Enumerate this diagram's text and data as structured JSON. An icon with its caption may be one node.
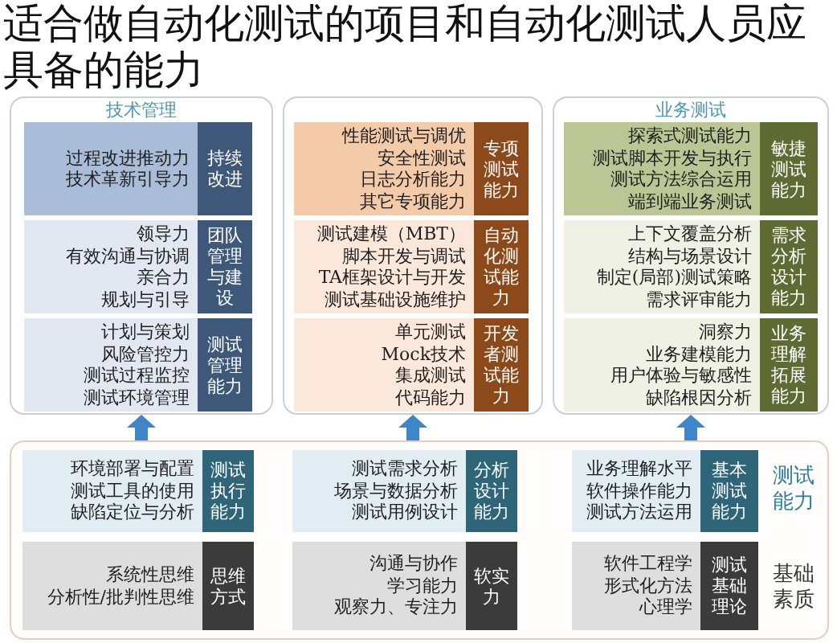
{
  "diagram": {
    "title": "适合做自动化测试的项目和自动化测试人员应具备的能力",
    "nodes": [
      {
        "text": [
          "技术管理"
        ]
      },
      {
        "text": [
          "过程改进推动力",
          "技术革新引导力"
        ],
        "in": 0
      },
      {
        "text": [
          "持续改进"
        ],
        "in": 0
      },
      {
        "text": [
          "领导力",
          "有效沟通与协调",
          "亲合力",
          "规划与引导"
        ],
        "in": 0
      },
      {
        "text": [
          "团队管理与建设"
        ],
        "in": 0
      },
      {
        "text": [
          "计划与策划",
          "风险管控力",
          "测试过程监控",
          "测试环境管理"
        ],
        "in": 0
      },
      {
        "text": [
          "测试管理能力"
        ],
        "in": 0
      },
      {
        "text": [],
        "shape": "box"
      },
      {
        "text": [
          "性能测试与调优",
          "安全性测试",
          "日志分析能力",
          "其它专项能力"
        ],
        "in": 7
      },
      {
        "text": [
          "专项测试能力"
        ],
        "in": 7
      },
      {
        "text": [
          "测试建模（MBT）",
          "脚本开发与调试",
          "TA框架设计与开发",
          "测试基础设施维护"
        ],
        "in": 7
      },
      {
        "text": [
          "自动化测试能力"
        ],
        "in": 7
      },
      {
        "text": [
          "单元测试",
          "Mock技术",
          "集成测试",
          "代码能力"
        ],
        "in": 7
      },
      {
        "text": [
          "开发者测试能力"
        ],
        "in": 7
      },
      {
        "text": [
          "业务测试"
        ]
      },
      {
        "text": [
          "探索式测试能力",
          "测试脚本开发与执行",
          "测试方法综合运用",
          "端到端业务测试"
        ],
        "in": 14
      },
      {
        "text": [
          "敏捷测试能力"
        ],
        "in": 14
      },
      {
        "text": [
          "上下文覆盖分析",
          "结构与场景设计",
          "制定(局部)测试策略",
          "需求评审能力"
        ],
        "in": 14
      },
      {
        "text": [
          "需求分析设计能力"
        ],
        "in": 14
      },
      {
        "text": [
          "洞察力",
          "业务建模能力",
          "用户体验与敏感性",
          "缺陷根因分析"
        ],
        "in": 14
      },
      {
        "text": [
          "业务理解拓展能力"
        ],
        "in": 14
      },
      {
        "text": [],
        "shape": "box"
      },
      {
        "text": [
          "环境部署与配置",
          "测试工具的使用",
          "缺陷定位与分析"
        ],
        "in": 21
      },
      {
        "text": [
          "测试执行能力"
        ],
        "in": 21
      },
      {
        "text": [
          "测试需求分析",
          "场景与数据分析",
          "测试用例设计"
        ],
        "in": 21
      },
      {
        "text": [
          "分析设计能力"
        ],
        "in": 21
      },
      {
        "text": [
          "业务理解水平",
          "软件操作能力",
          "测试方法运用"
        ],
        "in": 21
      },
      {
        "text": [
          "基本测试能力"
        ],
        "in": 21
      },
      {
        "text": [
          "系统性思维",
          "分析性/批判性思维"
        ],
        "in": 21
      },
      {
        "text": [
          "思维方式"
        ],
        "in": 21
      },
      {
        "text": [
          "沟通与协作",
          "学习能力",
          "观察力、专注力"
        ],
        "in": 21
      },
      {
        "text": [
          "软实力"
        ],
        "in": 21
      },
      {
        "text": [
          "软件工程学",
          "形式化方法",
          "心理学"
        ],
        "in": 21
      },
      {
        "text": [
          "测试基础理论"
        ],
        "in": 21
      }
    ],
    "edges": [
      {
        "from": 21,
        "to": 0,
        "arrow": "to"
      },
      {
        "from": 21,
        "to": 7,
        "arrow": "to"
      },
      {
        "from": 21,
        "to": 14,
        "arrow": "to"
      }
    ],
    "labels": [
      "测试能力",
      "基础素质"
    ]
  }
}
